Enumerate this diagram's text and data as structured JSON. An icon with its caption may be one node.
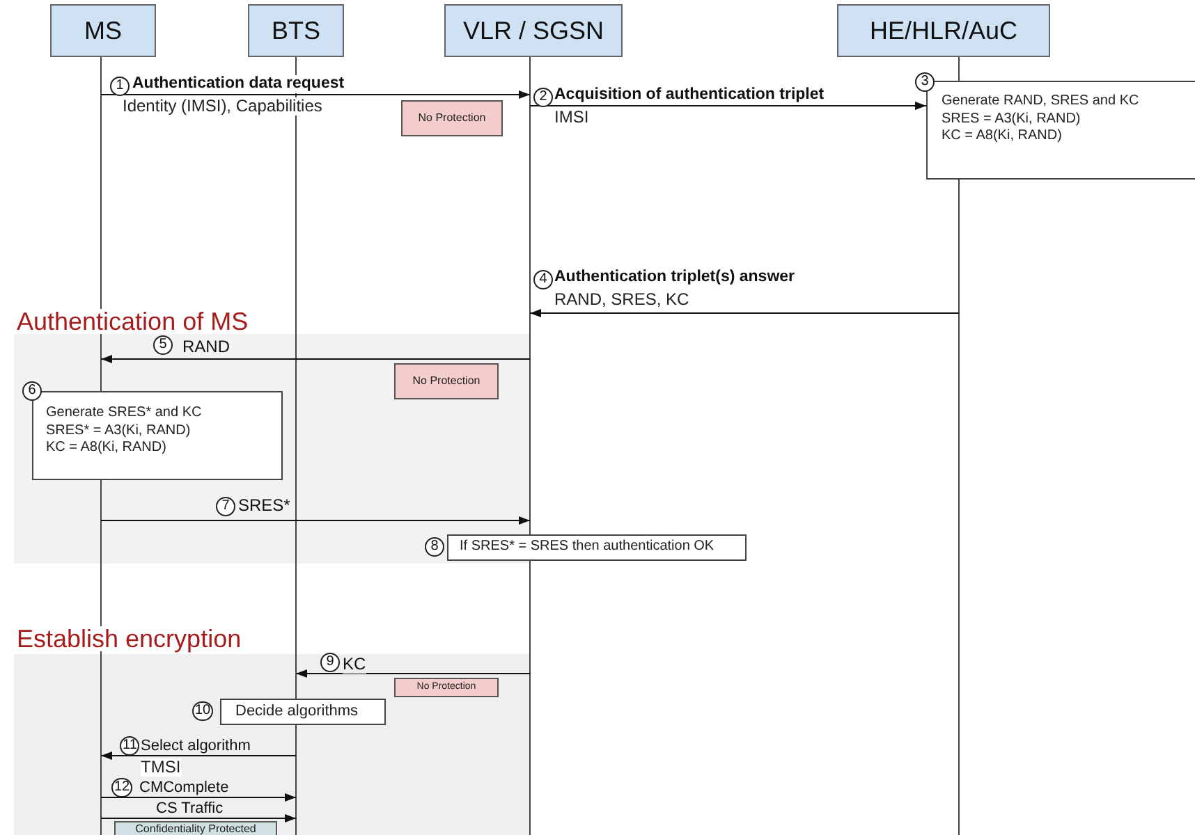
{
  "diagram": {
    "nodes": [
      {
        "text": [
          "MS"
        ]
      },
      {
        "text": [
          "BTS"
        ]
      },
      {
        "text": [
          "VLR / SGSN"
        ]
      },
      {
        "text": [
          "HE/HLR/AuC"
        ]
      },
      {
        "text": [],
        "shape": "bar"
      },
      {
        "text": [],
        "shape": "bar"
      },
      {
        "text": [],
        "shape": "bar"
      },
      {
        "text": [],
        "shape": "bar"
      },
      {
        "text": [
          "No Protection"
        ]
      },
      {
        "text": [
          "Generate RAND, SRES and KC",
          "SRES = A3(Ki, RAND)",
          "KC = A8(Ki, RAND)"
        ],
        "beside": [
          "3"
        ]
      },
      {
        "text": [
          "Authentication of MS"
        ]
      },
      {
        "text": [
          "No Protection"
        ],
        "in": 10
      },
      {
        "text": [
          "Generate SRES* and KC",
          "SRES* = A3(Ki, RAND)",
          "KC = A8(Ki, RAND)"
        ],
        "in": 10,
        "beside": [
          "6"
        ]
      },
      {
        "text": [
          "If SRES* = SRES then authentication OK"
        ],
        "beside": [
          "8"
        ]
      },
      {
        "text": [
          "Establish encryption"
        ]
      },
      {
        "text": [
          "No Protection"
        ],
        "in": 14
      },
      {
        "text": [
          "Decide algorithms"
        ],
        "in": 14,
        "beside": [
          "10"
        ]
      },
      {
        "text": [
          "Confidentiality Protected"
        ],
        "in": 14
      }
    ],
    "edges": [
      {
        "from": 4,
        "to": 6,
        "arrow": "to",
        "label": "Authentication data request"
      },
      {
        "from": 6,
        "to": 9,
        "arrow": "to",
        "label": "Acquisition of authentication triplet"
      },
      {
        "from": 7,
        "to": 6,
        "arrow": "to",
        "label": "Authentication triplet(s) answer"
      },
      {
        "from": 6,
        "to": 4,
        "arrow": "to",
        "label": "RAND"
      },
      {
        "from": 4,
        "to": 6,
        "arrow": "to",
        "label": "SRES*"
      },
      {
        "from": 6,
        "to": 5,
        "arrow": "to",
        "label": "KC"
      },
      {
        "from": 5,
        "to": 4,
        "arrow": "to",
        "label": "Select algorithm"
      },
      {
        "from": 4,
        "to": 5,
        "arrow": "to",
        "label": "CMComplete"
      },
      {
        "from": 4,
        "to": 5,
        "arrow": "to",
        "label": "CS Traffic"
      }
    ],
    "labels": [
      "1",
      "Identity (IMSI), Capabilities",
      "2",
      "IMSI",
      "4",
      "RAND, SRES, KC",
      "5",
      "7",
      "9",
      "11",
      "TMSI",
      "12"
    ]
  }
}
